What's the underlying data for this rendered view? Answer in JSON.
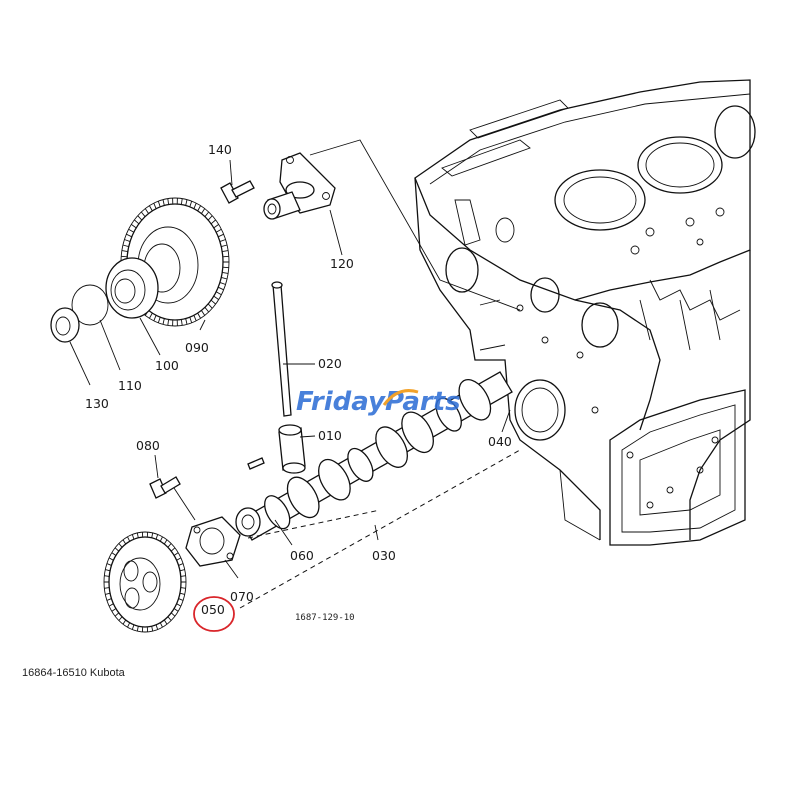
{
  "labels": {
    "p010": "010",
    "p020": "020",
    "p030": "030",
    "p040": "040",
    "p050": "050",
    "p060": "060",
    "p070": "070",
    "p080": "080",
    "p090": "090",
    "p100": "100",
    "p110": "110",
    "p120": "120",
    "p130": "130",
    "p140": "140"
  },
  "figure_code": "1687-129-10",
  "watermark": {
    "part1": "Friday",
    "part2": "Parts"
  },
  "caption": "16864-16510 Kubota",
  "highlight": {
    "part": "050",
    "color": "#d9252a"
  },
  "colors": {
    "watermark_blue": "#2f6fd6",
    "watermark_orange": "#f2a22a"
  }
}
